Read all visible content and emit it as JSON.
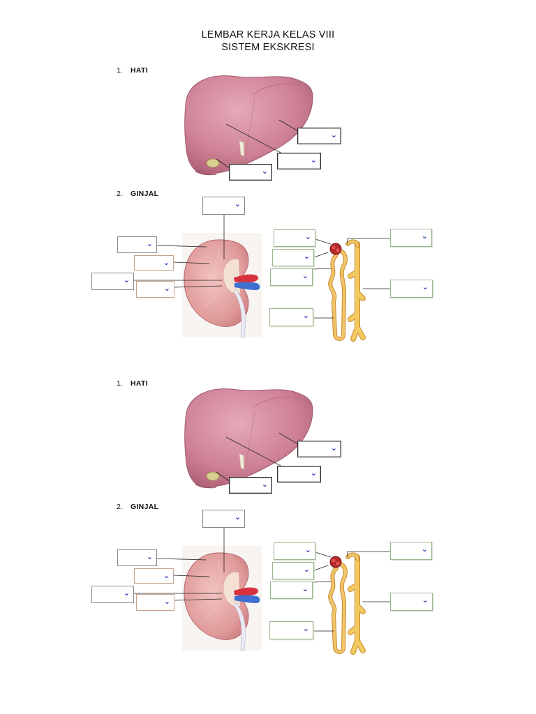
{
  "worksheet": {
    "title_line1": "LEMBAR KERJA KELAS VIII",
    "title_line2": "SISTEM EKSKRESI"
  },
  "sections": [
    {
      "liver_heading": {
        "number": "1.",
        "label": "HATI"
      },
      "kidney_heading": {
        "number": "2.",
        "label": "GINJAL"
      }
    },
    {
      "liver_heading": {
        "number": "1.",
        "label": "HATI"
      },
      "kidney_heading": {
        "number": "2.",
        "label": "GINJAL"
      }
    }
  ],
  "dropdown": {
    "selected_value": "",
    "icon": "chevron-down-icon"
  },
  "colors": {
    "liver": "#c9788e",
    "kidney": "#d68a8f",
    "artery": "#d8323f",
    "vein": "#3f6fd0",
    "nephron": "#e9b54e",
    "glomerulus": "#b82a2a"
  }
}
